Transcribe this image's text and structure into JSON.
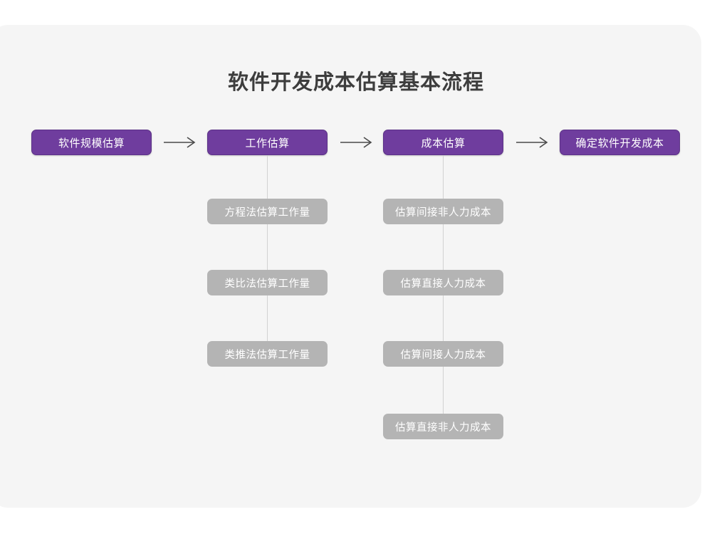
{
  "page": {
    "title": "软件开发成本估算基本流程",
    "card_background": "#f5f5f5",
    "canvas_background": "#ffffff"
  },
  "colors": {
    "primary_fill": "#6f3d9e",
    "primary_border": "#5c3287",
    "secondary_fill": "#b4b4b4",
    "node_text": "#ffffff",
    "title_text": "#3d3d3d",
    "connector_line": "#d2d2d2",
    "arrow": "#4a4a4a"
  },
  "flow": {
    "main_steps": [
      {
        "id": "step-1",
        "label": "软件规模估算"
      },
      {
        "id": "step-2",
        "label": "工作估算"
      },
      {
        "id": "step-3",
        "label": "成本估算"
      },
      {
        "id": "step-4",
        "label": "确定软件开发成本"
      }
    ],
    "arrows": [
      {
        "id": "arrow-1",
        "glyph": "arrow-right-icon"
      },
      {
        "id": "arrow-2",
        "glyph": "arrow-right-icon"
      },
      {
        "id": "arrow-3",
        "glyph": "arrow-right-icon"
      }
    ],
    "branches": [
      {
        "parent": "step-2",
        "items": [
          {
            "label": "方程法估算工作量"
          },
          {
            "label": "类比法估算工作量"
          },
          {
            "label": "类推法估算工作量"
          }
        ]
      },
      {
        "parent": "step-3",
        "items": [
          {
            "label": "估算间接非人力成本"
          },
          {
            "label": "估算直接人力成本"
          },
          {
            "label": "估算间接人力成本"
          },
          {
            "label": "估算直接非人力成本"
          }
        ]
      }
    ]
  }
}
